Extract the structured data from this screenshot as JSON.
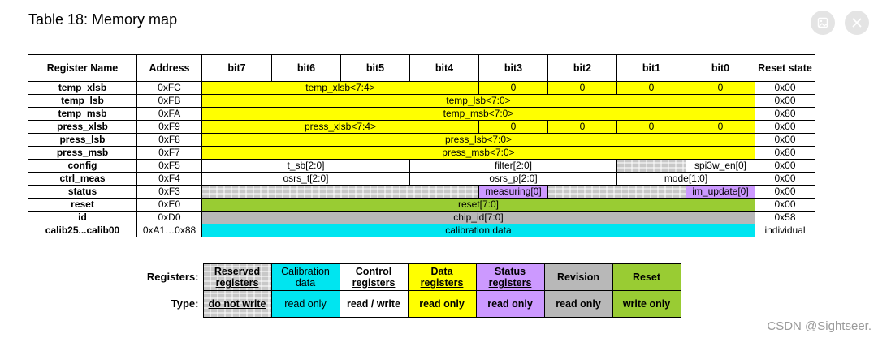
{
  "title": "Table 18: Memory map",
  "header": {
    "register_name": "Register Name",
    "address": "Address",
    "bits": [
      "bit7",
      "bit6",
      "bit5",
      "bit4",
      "bit3",
      "bit2",
      "bit1",
      "bit0"
    ],
    "reset_state": "Reset state"
  },
  "rows": [
    {
      "name": "temp_xlsb",
      "address": "0xFC",
      "field": "temp_xlsb<7:4>",
      "bit3": "0",
      "bit2": "0",
      "bit1": "0",
      "bit0": "0",
      "reset": "0x00"
    },
    {
      "name": "temp_lsb",
      "address": "0xFB",
      "field": "temp_lsb<7:0>",
      "reset": "0x00"
    },
    {
      "name": "temp_msb",
      "address": "0xFA",
      "field": "temp_msb<7:0>",
      "reset": "0x80"
    },
    {
      "name": "press_xlsb",
      "address": "0xF9",
      "field": "press_xlsb<7:4>",
      "bit3": "0",
      "bit2": "0",
      "bit1": "0",
      "bit0": "0",
      "reset": "0x00"
    },
    {
      "name": "press_lsb",
      "address": "0xF8",
      "field": "press_lsb<7:0>",
      "reset": "0x00"
    },
    {
      "name": "press_msb",
      "address": "0xF7",
      "field": "press_msb<7:0>",
      "reset": "0x80"
    },
    {
      "name": "config",
      "address": "0xF5",
      "t_sb": "t_sb[2:0]",
      "filter": "filter[2:0]",
      "spi3w": "spi3w_en[0]",
      "reset": "0x00"
    },
    {
      "name": "ctrl_meas",
      "address": "0xF4",
      "osrs_t": "osrs_t[2:0]",
      "osrs_p": "osrs_p[2:0]",
      "mode": "mode[1:0]",
      "reset": "0x00"
    },
    {
      "name": "status",
      "address": "0xF3",
      "measuring": "measuring[0]",
      "im_update": "im_update[0]",
      "reset": "0x00"
    },
    {
      "name": "reset",
      "address": "0xE0",
      "field": "reset[7:0]",
      "reset": "0x00"
    },
    {
      "name": "id",
      "address": "0xD0",
      "field": "chip_id[7:0]",
      "reset": "0x58"
    },
    {
      "name": "calib25...calib00",
      "address": "0xA1…0x88",
      "field": "calibration data",
      "reset": "individual"
    }
  ],
  "legend": {
    "registers_label": "Registers:",
    "type_label": "Type:",
    "items": [
      {
        "name": "Reserved registers",
        "type": "do not write"
      },
      {
        "name": "Calibration data",
        "type": "read only"
      },
      {
        "name": "Control registers",
        "type": "read / write"
      },
      {
        "name": "Data registers",
        "type": "read only"
      },
      {
        "name": "Status registers",
        "type": "read only"
      },
      {
        "name": "Revision",
        "type": "read only"
      },
      {
        "name": "Reset",
        "type": "write only"
      }
    ]
  },
  "watermark": "CSDN @Sightseer.",
  "icons": {
    "image": "image-icon",
    "close": "close-icon"
  },
  "colors": {
    "data": "#ffff00",
    "control": "#ffffff",
    "status": "#cc99ff",
    "reset": "#99cc33",
    "revision": "#b8b8b8",
    "calibration": "#00e5f0",
    "reserved": "#c8c8c8"
  }
}
